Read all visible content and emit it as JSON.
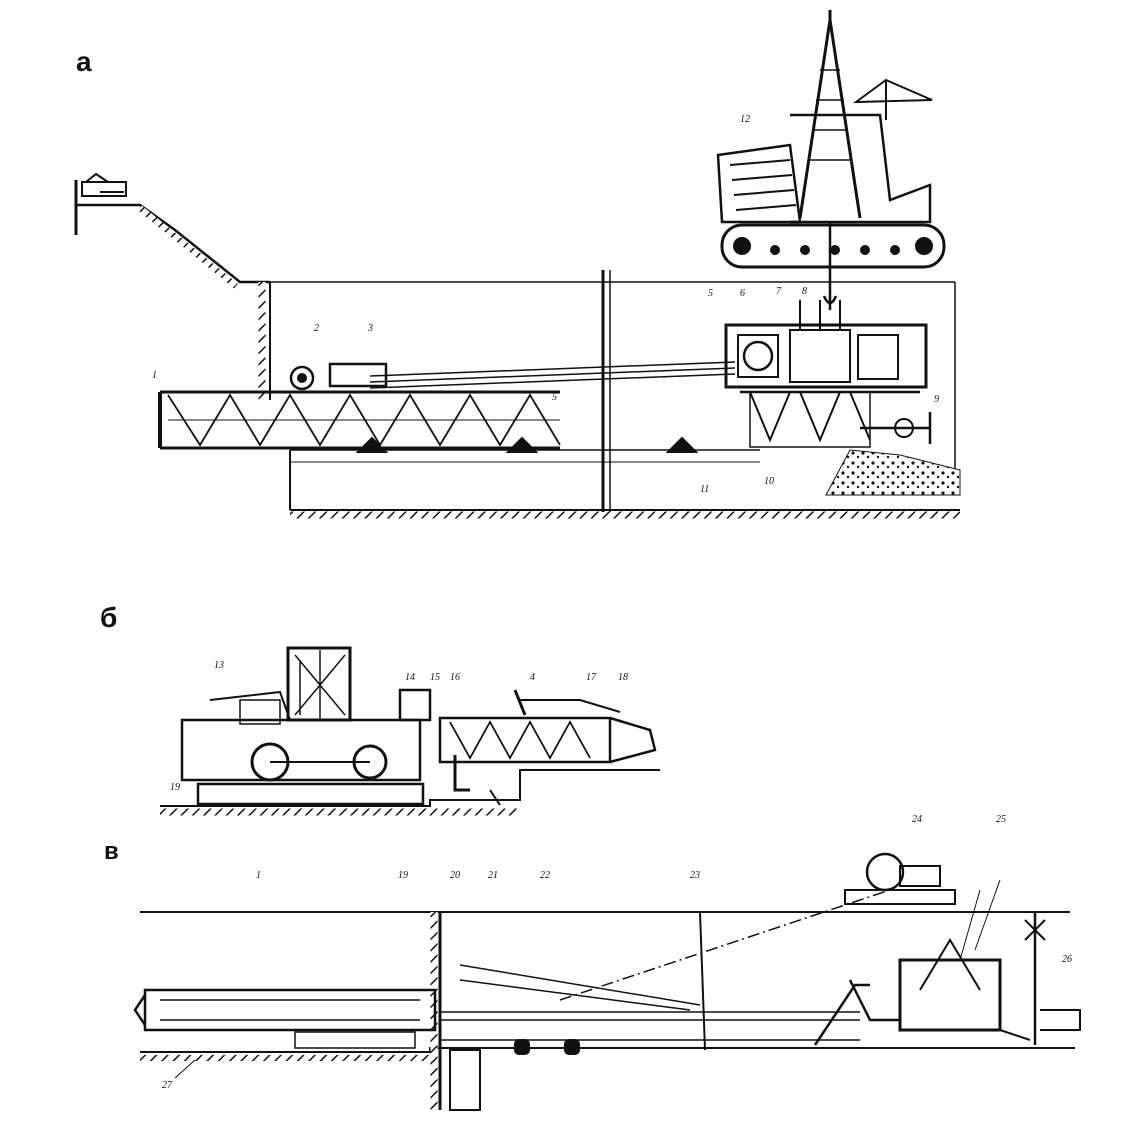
{
  "panels": {
    "a": {
      "letter": "а",
      "labels": {
        "1": "1",
        "2": "2",
        "3": "3",
        "5": "5",
        "6": "6",
        "7": "7",
        "8": "8",
        "9": "9",
        "10": "10",
        "11": "11",
        "12": "12"
      }
    },
    "b": {
      "letter": "б",
      "labels": {
        "4": "4",
        "13": "13",
        "14": "14",
        "15": "15",
        "16": "16",
        "17": "17",
        "18": "18",
        "19": "19"
      }
    },
    "c": {
      "letter": "в",
      "labels": {
        "1": "1",
        "19": "19",
        "20": "20",
        "21": "21",
        "22": "22",
        "23": "23",
        "24": "24",
        "25": "25",
        "26": "26",
        "27": "27"
      }
    }
  },
  "colors": {
    "ink": "#111111",
    "paper": "#ffffff"
  }
}
